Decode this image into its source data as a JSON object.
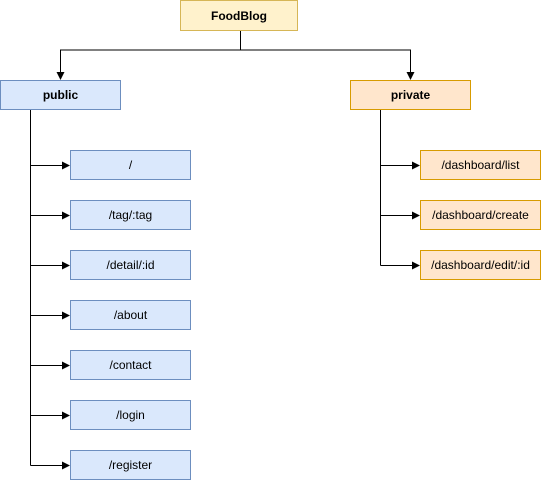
{
  "diagram": {
    "root": {
      "label": "FoodBlog"
    },
    "public": {
      "label": "public",
      "routes": [
        "/",
        "/tag/:tag",
        "/detail/:id",
        "/about",
        "/contact",
        "/login",
        "/register"
      ]
    },
    "private": {
      "label": "private",
      "routes": [
        "/dashboard/list",
        "/dashboard/create",
        "/dashboard/edit/:id"
      ]
    }
  },
  "colors": {
    "root_fill": "#fff2cc",
    "root_stroke": "#d6b656",
    "public_fill": "#dae8fc",
    "public_stroke": "#6c8ebf",
    "private_fill": "#ffe6cc",
    "private_stroke": "#d79b00",
    "edge": "#000000"
  }
}
